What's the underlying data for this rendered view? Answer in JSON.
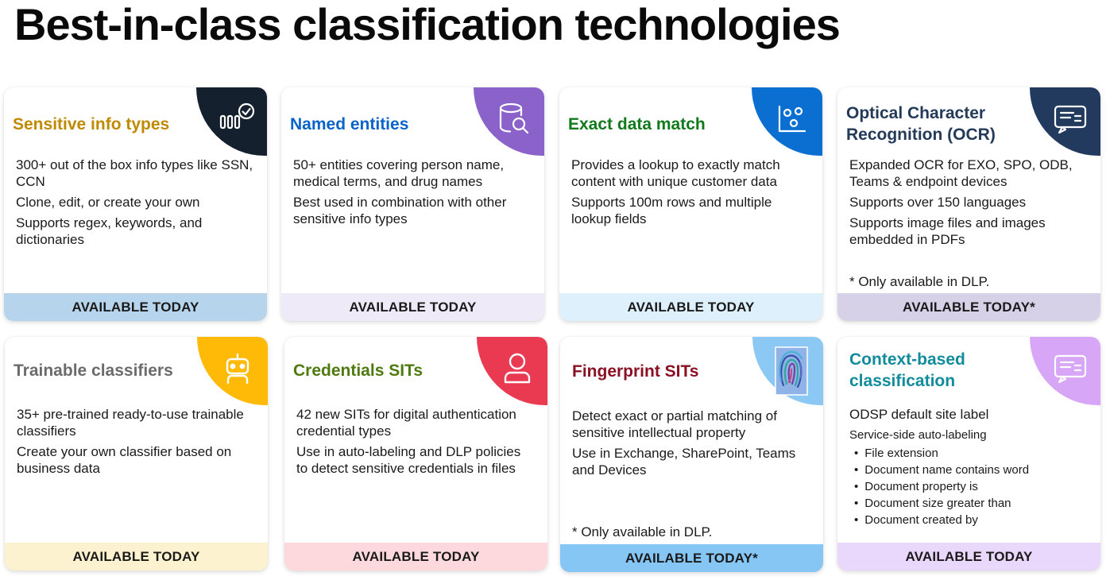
{
  "page": {
    "title": "Best-in-class classification technologies"
  },
  "cards": [
    {
      "title": "Sensitive info types",
      "title_color": "#c08a00",
      "badge_color": "#14202e",
      "icon": "checklist-bars-icon",
      "lines": [
        "300+ out of the box info types like SSN, CCN",
        "Clone, edit, or create your own",
        "Supports regex, keywords, and dictionaries"
      ],
      "footer": "AVAILABLE TODAY",
      "footer_color": "#b6d5ec"
    },
    {
      "title": "Named entities",
      "title_color": "#0a63c9",
      "badge_color": "#8a62c9",
      "icon": "database-search-icon",
      "lines": [
        "50+ entities covering person name, medical terms, and drug names",
        "Best used in combination with other sensitive info types"
      ],
      "footer": "AVAILABLE TODAY",
      "footer_color": "#efeaf8"
    },
    {
      "title": "Exact data match",
      "title_color": "#127a1c",
      "badge_color": "#0a6fd1",
      "icon": "scatter-chart-icon",
      "lines": [
        "Provides a lookup to exactly match content with unique customer data",
        "Supports 100m rows and multiple lookup fields"
      ],
      "footer": "AVAILABLE TODAY",
      "footer_color": "#def0fb"
    },
    {
      "title": "Optical Character Recognition (OCR)",
      "title_color": "#233a59",
      "badge_color": "#223a5e",
      "icon": "document-scan-icon",
      "lines": [
        "Expanded OCR for EXO, SPO, ODB, Teams & endpoint devices",
        "Supports over 150 languages",
        "Supports image files and images embedded in PDFs"
      ],
      "note": "* Only available in DLP.",
      "footer": "AVAILABLE TODAY*",
      "footer_color": "#d7d1e8"
    },
    {
      "title": "Trainable classifiers",
      "title_color": "#6b6b6b",
      "badge_color": "#ffba08",
      "icon": "robot-icon",
      "lines": [
        "35+ pre-trained ready-to-use trainable classifiers",
        "Create your own classifier based on business data"
      ],
      "footer": "AVAILABLE TODAY",
      "footer_color": "#fdf2cf"
    },
    {
      "title": "Credentials SITs",
      "title_color": "#4f7a10",
      "badge_color": "#ea3a52",
      "icon": "person-icon",
      "lines": [
        "42 new SITs for digital authentication credential types",
        "Use in auto-labeling and DLP policies to detect sensitive credentials in files"
      ],
      "footer": "AVAILABLE TODAY",
      "footer_color": "#fdd9de"
    },
    {
      "title": "Fingerprint SITs",
      "title_color": "#8a1124",
      "badge_color": "#8cc8f4",
      "icon": "fingerprint-icon",
      "lines": [
        "Detect exact or partial matching of sensitive intellectual property",
        "Use in Exchange, SharePoint, Teams and Devices"
      ],
      "note": "* Only available in DLP.",
      "footer": "AVAILABLE TODAY*",
      "footer_color": "#86c6f5"
    },
    {
      "title": "Context-based classification",
      "title_color": "#128c9c",
      "badge_color": "#d8a6f6",
      "icon": "document-label-icon",
      "lines": [
        "ODSP default site label"
      ],
      "sub": "Service-side auto-labeling",
      "bullets": [
        "File extension",
        "Document name contains word",
        "Document property is",
        "Document size greater than",
        "Document created by"
      ],
      "footer": "AVAILABLE TODAY",
      "footer_color": "#ead7fc"
    }
  ]
}
